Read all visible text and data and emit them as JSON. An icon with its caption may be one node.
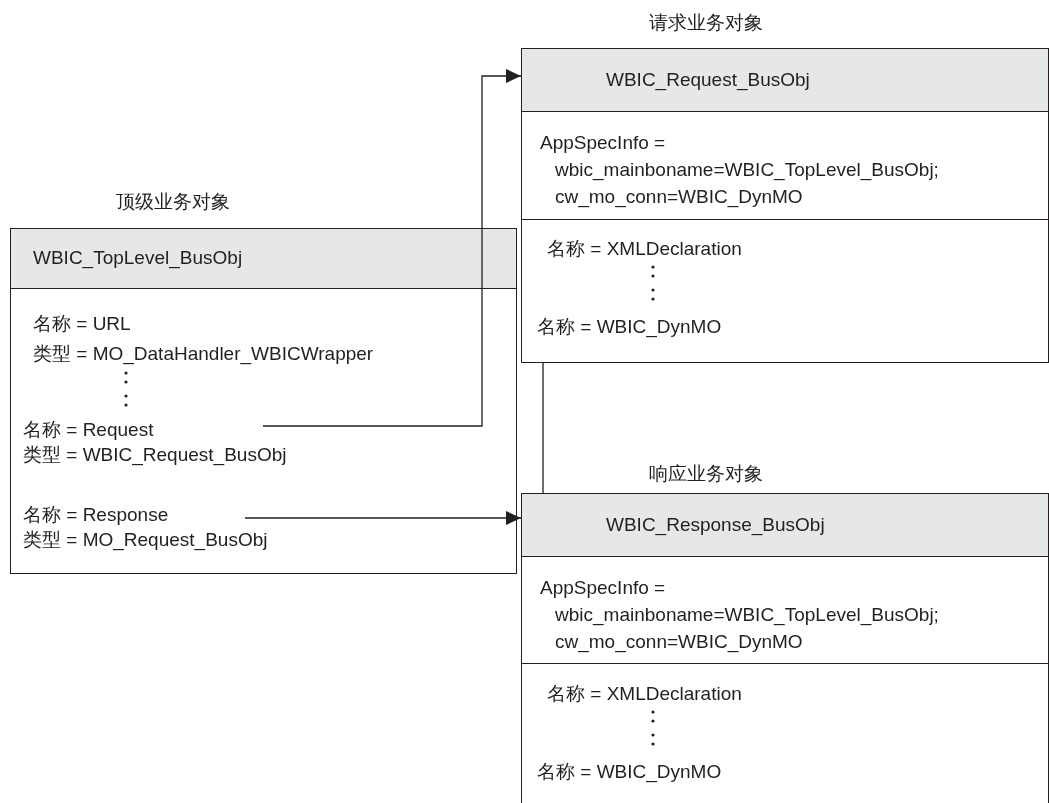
{
  "diagram": {
    "nodes": [
      {
        "text": [
          "顶级业务对象",
          "WBIC_TopLevel_BusObj",
          "名称 = URL",
          "类型 = MO_DataHandler_WBICWrapper"
        ]
      },
      {
        "text": [
          "名称 = Request",
          "类型 = WBIC_Request_BusObj"
        ],
        "in": 0
      },
      {
        "text": [
          "名称 = Response",
          "类型 = MO_Request_BusObj"
        ],
        "in": 0
      },
      {
        "text": [
          "请求业务对象",
          "WBIC_Request_BusObj",
          "AppSpecInfo = wbic_mainboname=WBIC_TopLevel_BusObj; cw_mo_conn=WBIC_DynMO",
          "名称 = XMLDeclaration",
          "名称 = WBIC_DynMO"
        ]
      },
      {
        "text": [
          "响应业务对象",
          "WBIC_Response_BusObj",
          "AppSpecInfo = wbic_mainboname=WBIC_TopLevel_BusObj; cw_mo_conn=WBIC_DynMO",
          "名称 = XMLDeclaration",
          "名称 = WBIC_DynMO"
        ]
      }
    ],
    "edges": [
      {
        "from": 1,
        "to": 3,
        "arrow": "to"
      },
      {
        "from": 2,
        "to": 4,
        "arrow": "to"
      },
      {
        "from": 3,
        "to": 4,
        "arrow": "none"
      }
    ]
  }
}
